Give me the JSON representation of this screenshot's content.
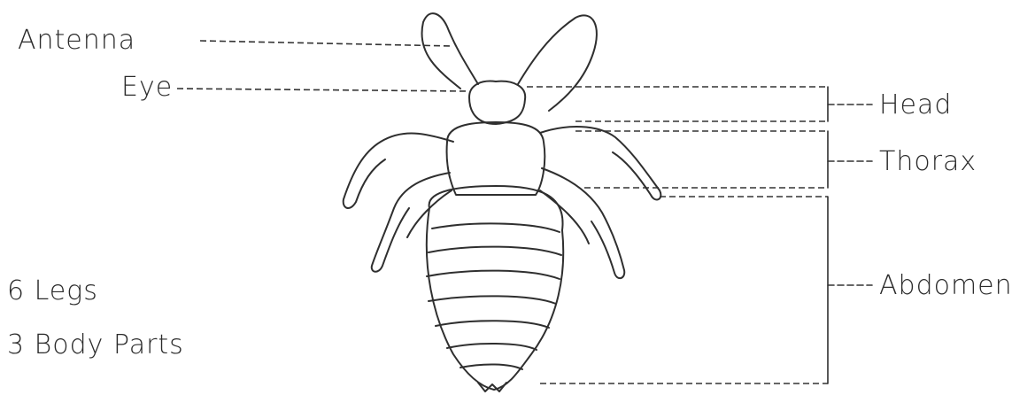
{
  "labels": {
    "antenna": "Antenna",
    "eye": "Eye",
    "head": "Head",
    "thorax": "Thorax",
    "abdomen": "Abdomen"
  },
  "notes": {
    "legs": "6 Legs",
    "body_parts": "3 Body Parts"
  },
  "colors": {
    "ink": "#2f2f2f",
    "background": "#ffffff"
  }
}
